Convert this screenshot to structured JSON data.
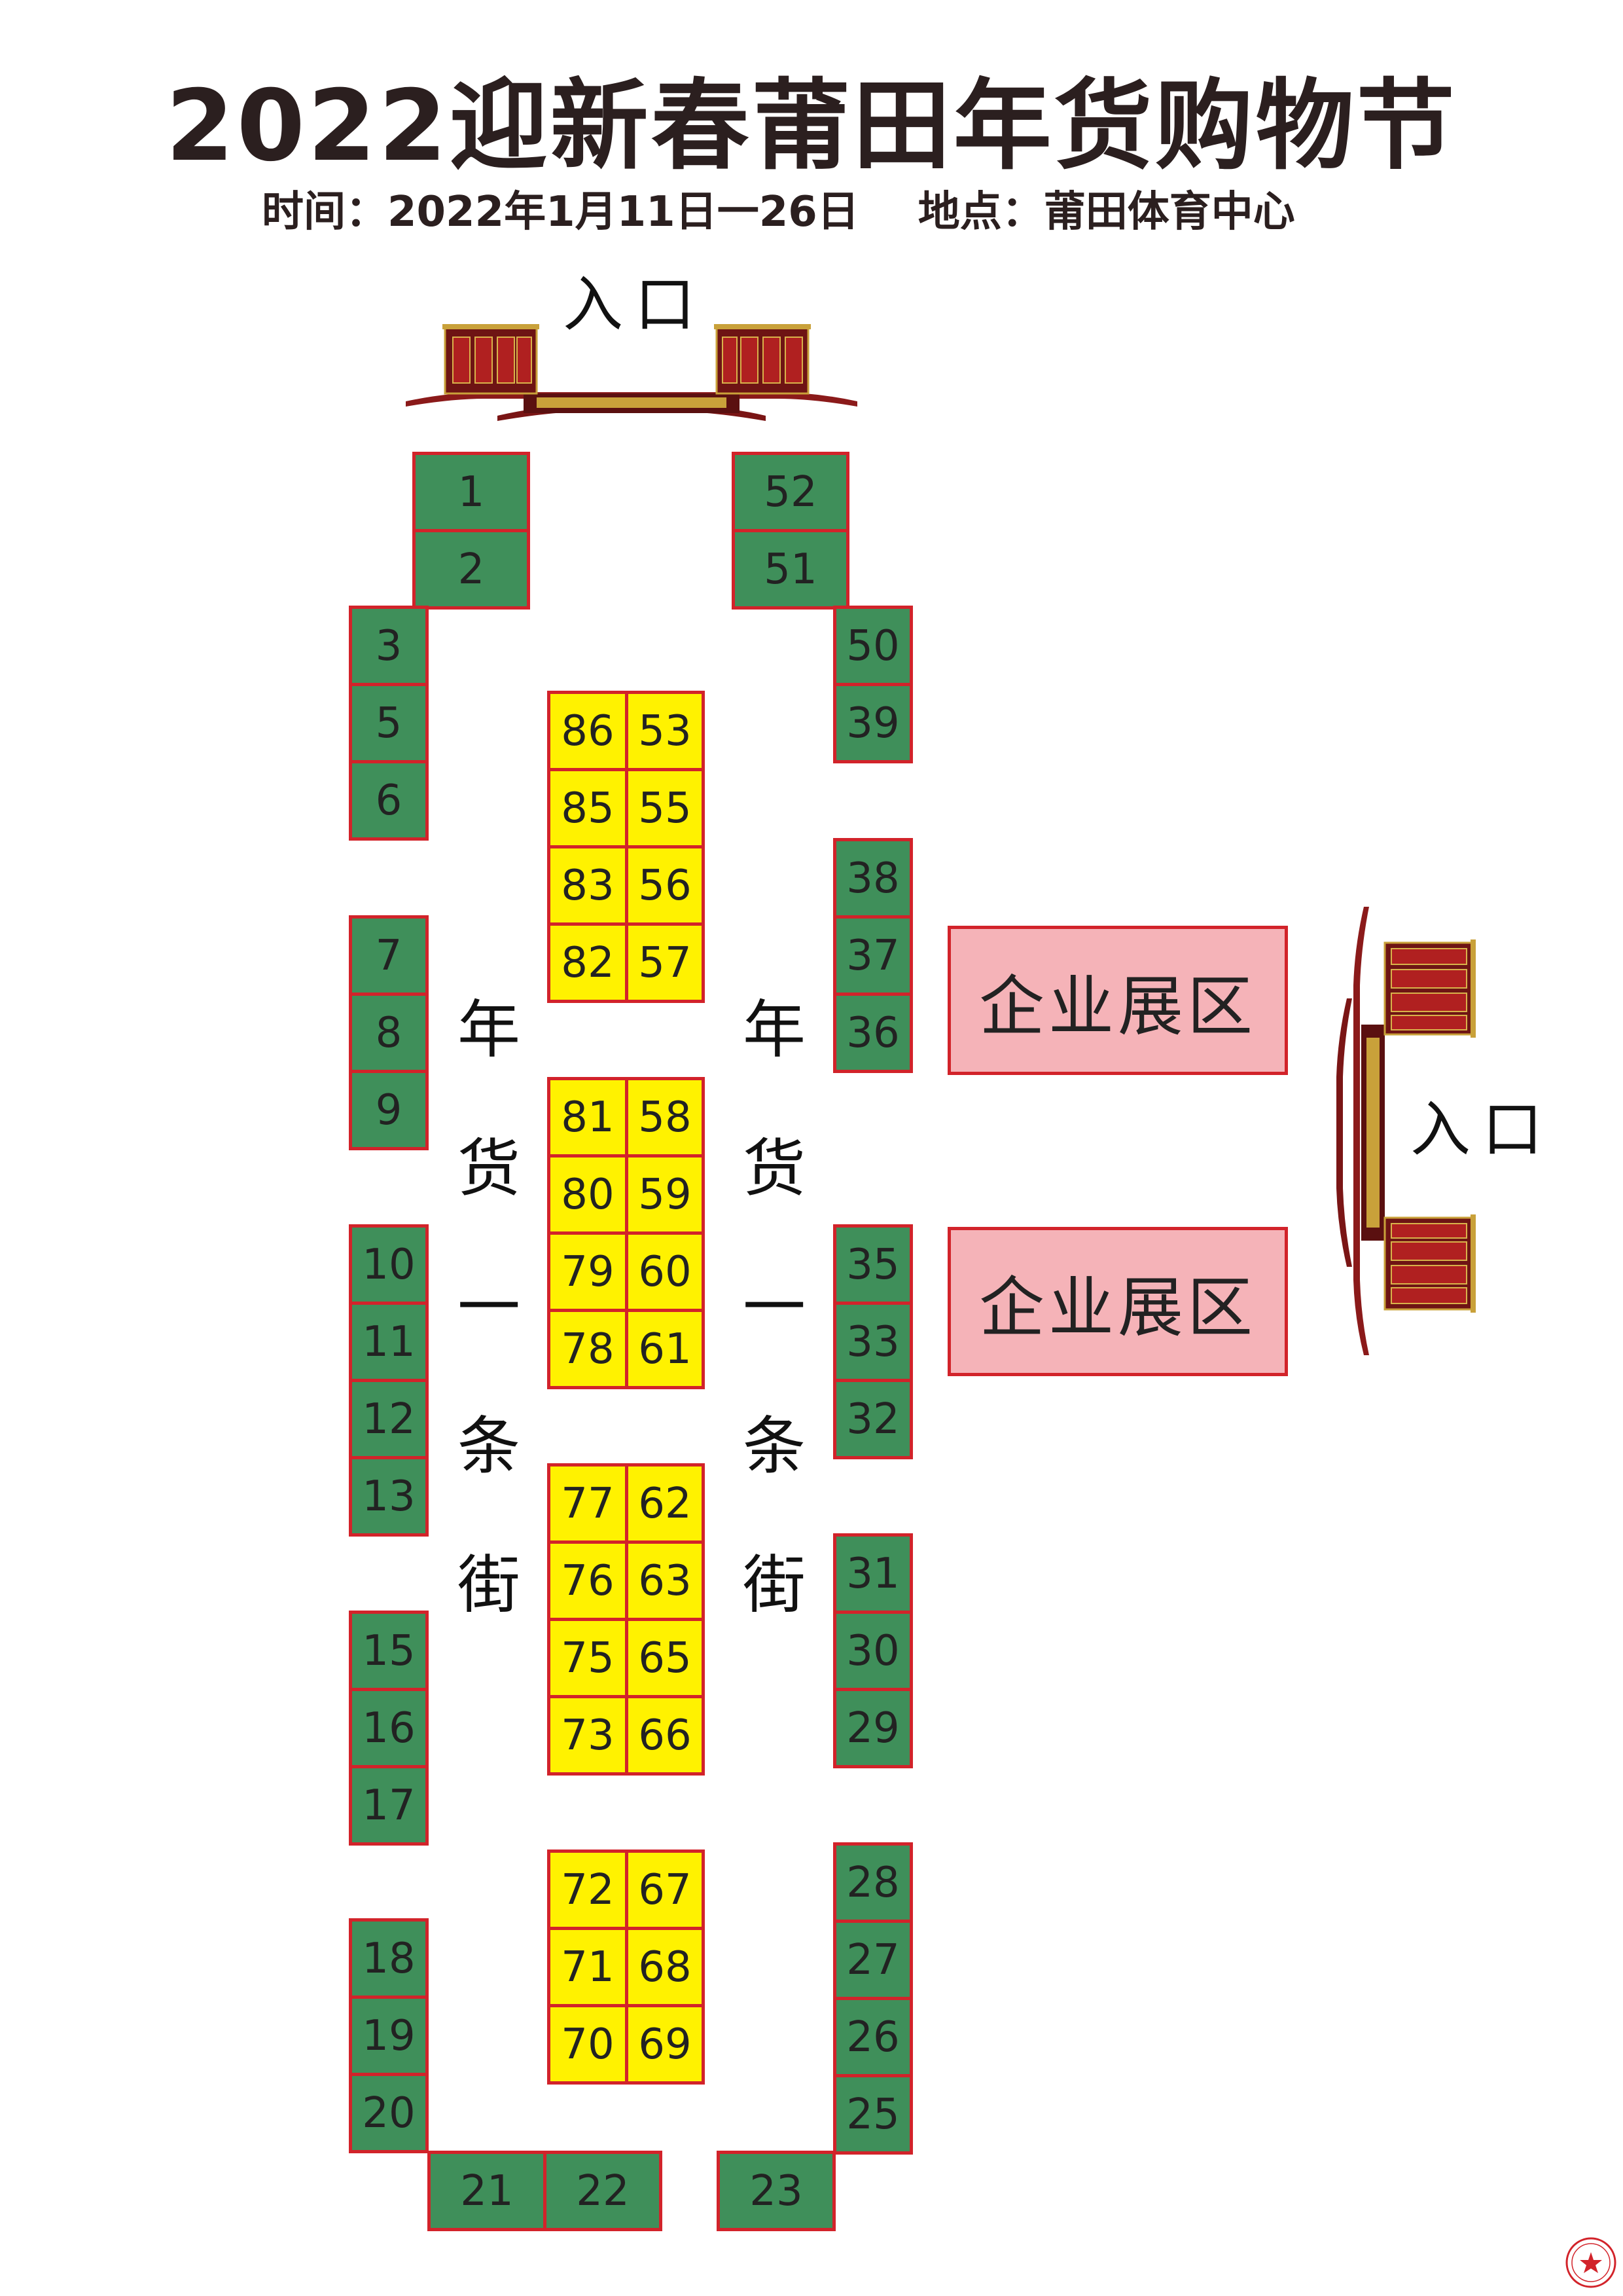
{
  "title": "2022迎新春莆田年货购物节",
  "subtitle": {
    "time": "时间：2022年1月11日一26日",
    "place": "地点：莆田体育中心"
  },
  "entrance_label": "入口",
  "street_label": [
    "年",
    "货",
    "一",
    "条",
    "街"
  ],
  "zone_label": "企业展区",
  "colors": {
    "booth_green": "#3f8f5a",
    "booth_yellow": "#fff200",
    "booth_border": "#d2232a",
    "zone_fill": "#f5b3b8"
  },
  "booths": {
    "left_top": [
      "1",
      "2"
    ],
    "right_top": [
      "52",
      "51"
    ],
    "left_col": [
      [
        "3",
        "5",
        "6"
      ],
      [
        "7",
        "8",
        "9"
      ],
      [
        "10",
        "11",
        "12",
        "13"
      ],
      [
        "15",
        "16",
        "17"
      ],
      [
        "18",
        "19",
        "20"
      ]
    ],
    "bottom_left": [
      "21",
      "22"
    ],
    "bottom_right": [
      "23"
    ],
    "right_col": [
      [
        "50",
        "39"
      ],
      [
        "38",
        "37",
        "36"
      ],
      [
        "35",
        "33",
        "32"
      ],
      [
        "31",
        "30",
        "29"
      ],
      [
        "28",
        "27",
        "26",
        "25"
      ]
    ],
    "center_left": [
      [
        "86",
        "85",
        "83",
        "82"
      ],
      [
        "81",
        "80",
        "79",
        "78"
      ],
      [
        "77",
        "76",
        "75",
        "73"
      ],
      [
        "72",
        "71",
        "70"
      ]
    ],
    "center_right": [
      [
        "53",
        "55",
        "56",
        "57"
      ],
      [
        "58",
        "59",
        "60",
        "61"
      ],
      [
        "62",
        "63",
        "65",
        "66"
      ],
      [
        "67",
        "68",
        "69"
      ]
    ]
  },
  "icons": {
    "gate": "chinese-gate-icon",
    "stamp": "red-star-stamp-icon"
  }
}
